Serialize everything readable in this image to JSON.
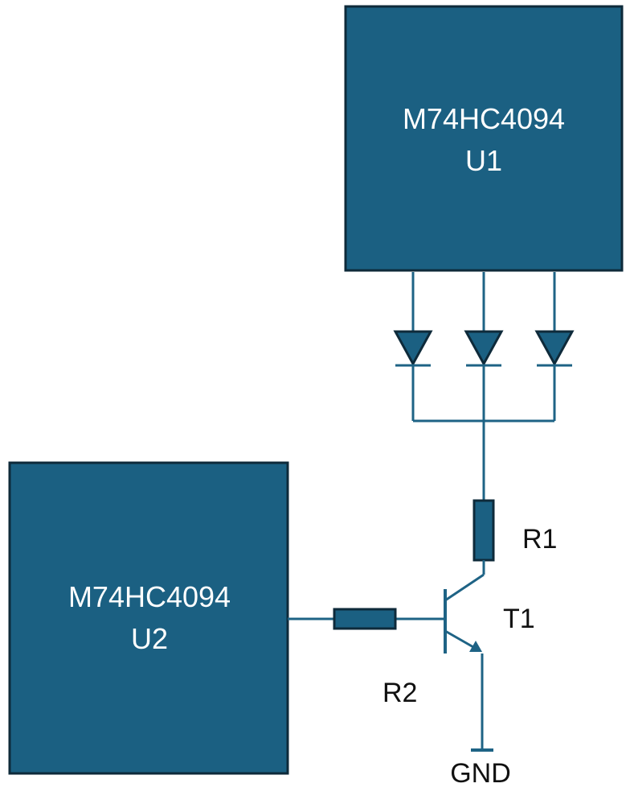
{
  "colors": {
    "chip_fill": "#1B6082",
    "chip_border": "#0E2A3A",
    "wire": "#1E6385",
    "label": "#111111",
    "chip_text": "#FFFFFF"
  },
  "components": {
    "u1": {
      "part": "M74HC4094",
      "ref": "U1"
    },
    "u2": {
      "part": "M74HC4094",
      "ref": "U2"
    },
    "r1": {
      "ref": "R1"
    },
    "r2": {
      "ref": "R2"
    },
    "t1": {
      "ref": "T1"
    },
    "gnd": {
      "label": "GND"
    },
    "diodes": [
      {
        "name": "led-1"
      },
      {
        "name": "led-2"
      },
      {
        "name": "led-3"
      }
    ]
  }
}
